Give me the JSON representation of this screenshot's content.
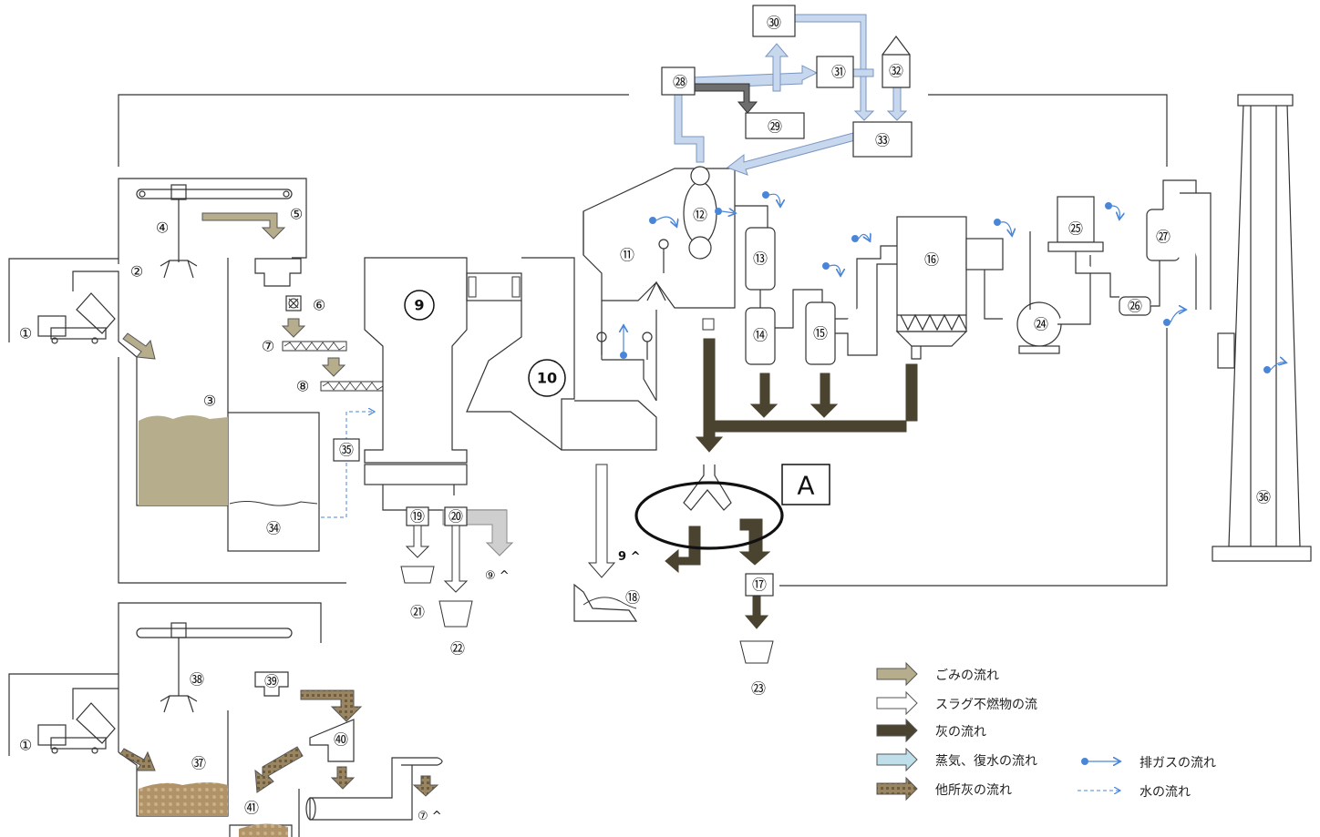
{
  "markers": {
    "m1": "①",
    "m2": "②",
    "m3": "③",
    "m4": "④",
    "m5": "⑤",
    "m6": "⑥",
    "m7": "⑦",
    "m8": "⑧",
    "m9": "9",
    "m10": "10",
    "m11": "⑪",
    "m12": "⑫",
    "m13": "⑬",
    "m14": "⑭",
    "m15": "⑮",
    "m16": "⑯",
    "m17": "⑰",
    "m18": "⑱",
    "m19": "⑲",
    "m20": "⑳",
    "m21": "㉑",
    "m22": "㉒",
    "m23": "㉓",
    "m24": "㉔",
    "m25": "㉕",
    "m26": "㉖",
    "m27": "㉗",
    "m28": "㉘",
    "m29": "㉙",
    "m30": "㉚",
    "m31": "㉛",
    "m32": "㉜",
    "m33": "㉝",
    "m34": "㉞",
    "m35": "㉟",
    "m36": "㊱",
    "m37": "㊲",
    "m38": "㊳",
    "m39": "㊴",
    "m40": "㊵",
    "m41": "㊶"
  },
  "refs": {
    "to9_a": "⑨ ^",
    "to9_b": "9 ^",
    "to7": "⑦ ^",
    "area_a": "A"
  },
  "legend": {
    "waste_flow": "ごみの流れ",
    "slag_flow": "スラグ不燃物の流",
    "ash_flow": "灰の流れ",
    "steam_flow": "蒸気、復水の流れ",
    "other_ash_flow": "他所灰の流れ",
    "exhaust_flow": "排ガスの流れ",
    "water_flow": "水の流れ"
  },
  "colors": {
    "waste": "#b6ad8c",
    "ash": "#4a4330",
    "steam": "#b9cde8",
    "other_ash": "#8a7650",
    "gas": "#4a86d8",
    "line": "#333333"
  }
}
